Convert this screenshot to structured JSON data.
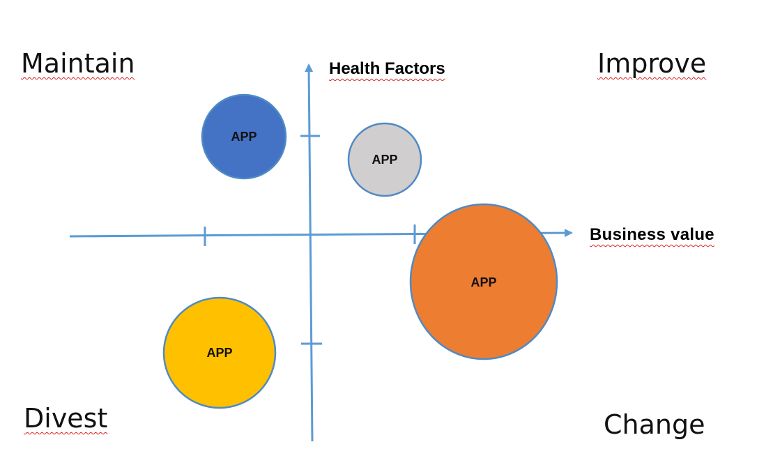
{
  "quadrants": {
    "top_left": "Maintain",
    "top_right": "Improve",
    "bottom_left": "Divest",
    "bottom_right": "Change"
  },
  "axes": {
    "y_label": "Health Factors",
    "x_label": "Business value"
  },
  "colors": {
    "axis": "#5b9bd5",
    "bubble_outline": "#4f8ac4",
    "blue": "#4472c4",
    "gray": "#d0cece",
    "orange": "#ed7d31",
    "yellow": "#ffc000"
  },
  "bubbles": [
    {
      "id": "blue",
      "label": "APP",
      "color": "#4472c4",
      "quadrant": "Maintain"
    },
    {
      "id": "gray",
      "label": "APP",
      "color": "#d0cece",
      "quadrant": "Improve"
    },
    {
      "id": "orange",
      "label": "APP",
      "color": "#ed7d31",
      "quadrant": "Change"
    },
    {
      "id": "yellow",
      "label": "APP",
      "color": "#ffc000",
      "quadrant": "Divest"
    }
  ]
}
